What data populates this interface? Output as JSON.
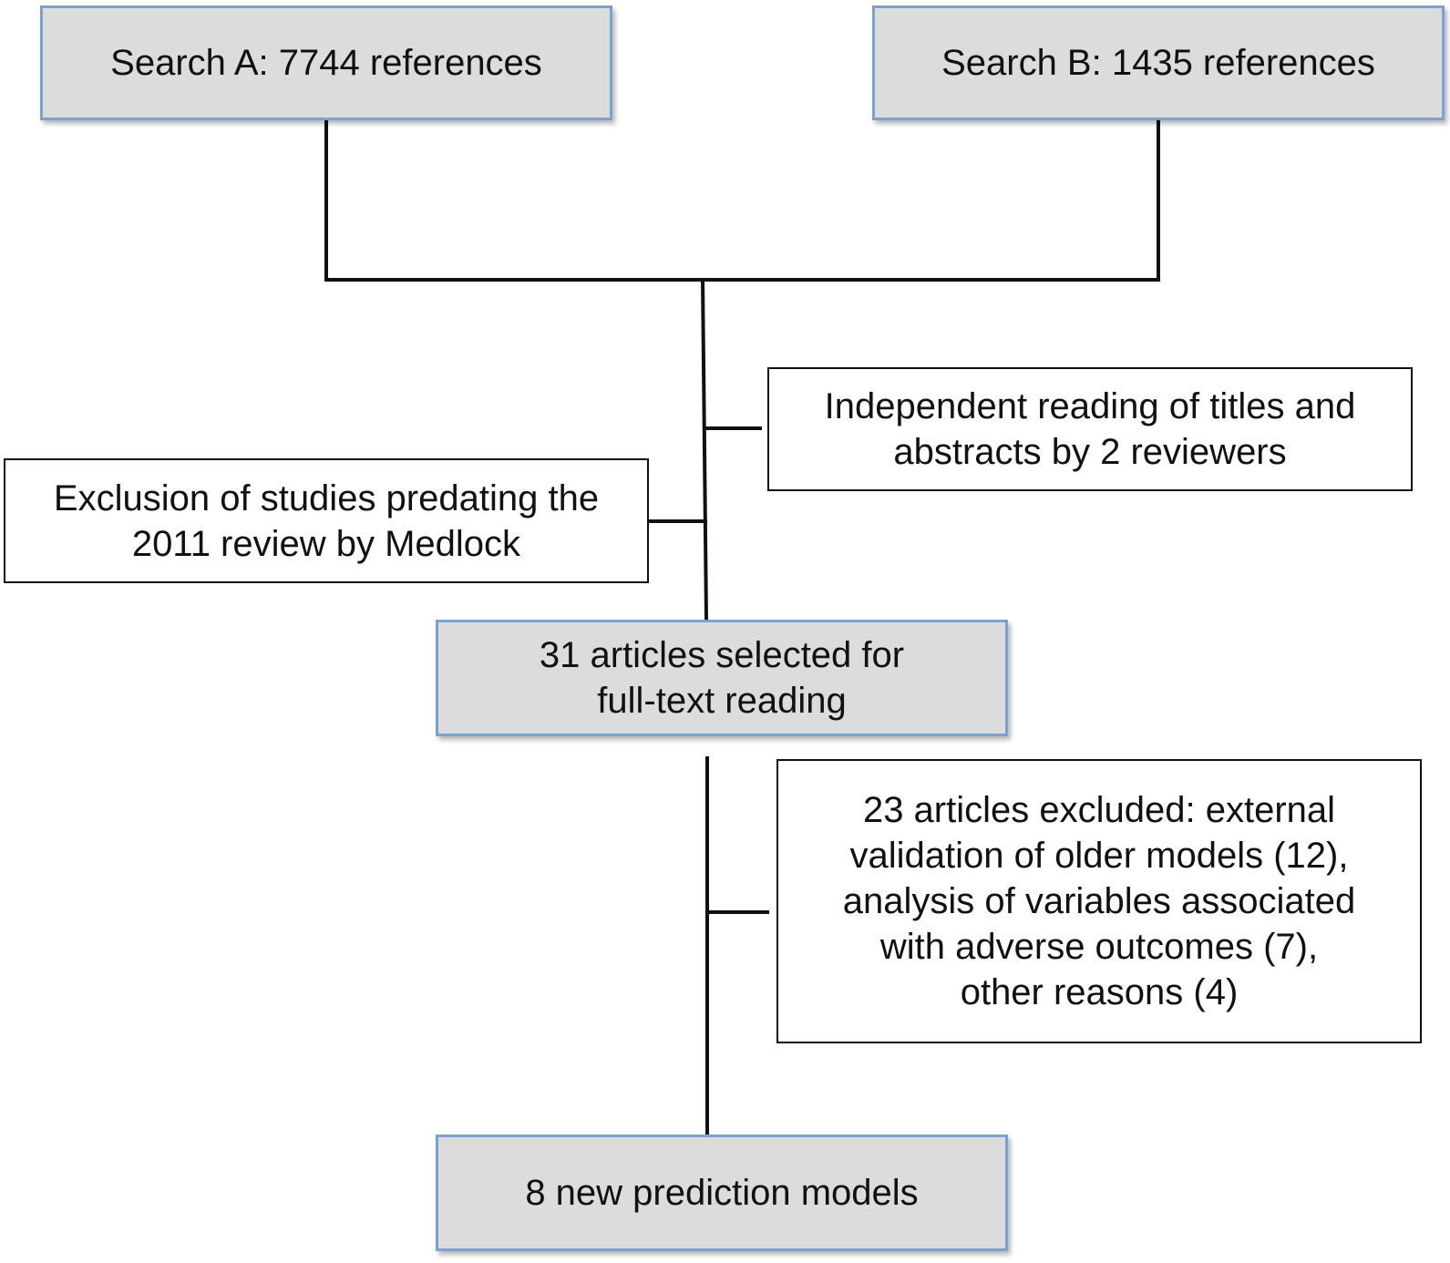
{
  "diagram": {
    "search_a": "Search A: 7744 references",
    "search_b": "Search B: 1435 references",
    "screening": {
      "line1": "Independent reading of titles and",
      "line2": "abstracts by 2 reviewers"
    },
    "exclusion_predating": {
      "line1": "Exclusion of studies predating the",
      "line2": "2011 review by Medlock"
    },
    "selected": {
      "line1": "31 articles selected for",
      "line2": "full-text reading"
    },
    "excluded_fulltext": {
      "line1": "23 articles excluded: external",
      "line2": "validation of older models (12),",
      "line3": "analysis of variables associated",
      "line4": "with adverse outcomes (7),",
      "line5": "other reasons (4)"
    },
    "final": "8 new prediction models"
  },
  "colors": {
    "shaded_fill": "#dcdcdc",
    "shaded_border": "#7aa1cf",
    "line": "#111111"
  }
}
